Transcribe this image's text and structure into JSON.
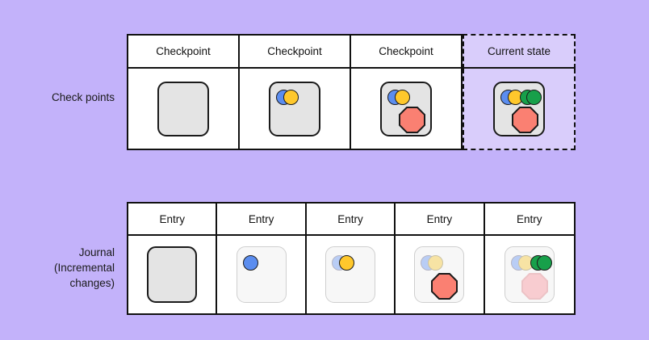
{
  "background_color": "#c3b2fa",
  "palette": {
    "blue": "#5b8def",
    "gold": "#ffc82c",
    "green": "#17a04a",
    "salmon": "#fa8072",
    "salmon_faded": "#f8ccd0",
    "card_solid": "#e4e4e4",
    "card_ghost": "#f7f7f7",
    "highlight": "#d9cdfb",
    "outline": "#111111"
  },
  "rows": {
    "checkpoints": {
      "label": "Check points",
      "columns": [
        {
          "header": "Checkpoint",
          "highlighted": false,
          "card_style": "solid",
          "shapes": []
        },
        {
          "header": "Checkpoint",
          "highlighted": false,
          "card_style": "solid",
          "shapes": [
            "blue-circle",
            "gold-circle"
          ]
        },
        {
          "header": "Checkpoint",
          "highlighted": false,
          "card_style": "solid",
          "shapes": [
            "blue-circle",
            "gold-circle",
            "salmon-octagon"
          ]
        },
        {
          "header": "Current state",
          "highlighted": true,
          "card_style": "solid",
          "shapes": [
            "blue-circle",
            "gold-circle",
            "green-circle-pair",
            "salmon-octagon"
          ]
        }
      ]
    },
    "journal": {
      "label": "Journal\n(Incremental\nchanges)",
      "columns": [
        {
          "header": "Entry",
          "card_style": "solid",
          "shapes": []
        },
        {
          "header": "Entry",
          "card_style": "ghost",
          "shapes": [
            "blue-circle"
          ]
        },
        {
          "header": "Entry",
          "card_style": "ghost",
          "shapes": [
            "blue-circle-faded",
            "gold-circle"
          ]
        },
        {
          "header": "Entry",
          "card_style": "ghost",
          "shapes": [
            "blue-circle-faded",
            "gold-circle-faded",
            "salmon-octagon"
          ]
        },
        {
          "header": "Entry",
          "card_style": "ghost",
          "shapes": [
            "blue-circle-faded",
            "gold-circle-faded",
            "green-circle-pair",
            "salmon-octagon-faded"
          ]
        }
      ]
    }
  }
}
